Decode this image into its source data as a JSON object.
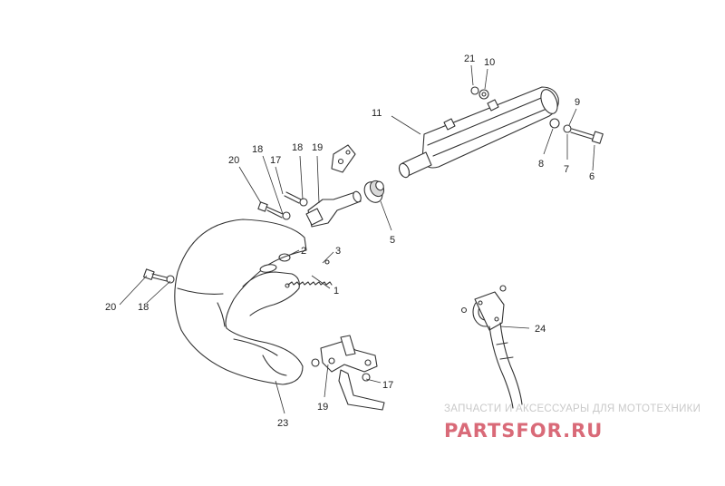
{
  "diagram": {
    "callouts": [
      {
        "id": "c21a",
        "text": "21"
      },
      {
        "id": "c10",
        "text": "10"
      },
      {
        "id": "c9",
        "text": "9"
      },
      {
        "id": "c11",
        "text": "11"
      },
      {
        "id": "c8",
        "text": "8"
      },
      {
        "id": "c7",
        "text": "7"
      },
      {
        "id": "c6",
        "text": "6"
      },
      {
        "id": "c5",
        "text": "5"
      },
      {
        "id": "c20a",
        "text": "20"
      },
      {
        "id": "c18a",
        "text": "18"
      },
      {
        "id": "c17a",
        "text": "17"
      },
      {
        "id": "c18b",
        "text": "18"
      },
      {
        "id": "c19a",
        "text": "19"
      },
      {
        "id": "c2",
        "text": "2"
      },
      {
        "id": "c3",
        "text": "3"
      },
      {
        "id": "c1",
        "text": "1"
      },
      {
        "id": "c20b",
        "text": "20"
      },
      {
        "id": "c18c",
        "text": "18"
      },
      {
        "id": "c24",
        "text": "24"
      },
      {
        "id": "c17b",
        "text": "17"
      },
      {
        "id": "c19b",
        "text": "19"
      },
      {
        "id": "c23",
        "text": "23"
      }
    ]
  },
  "watermark": {
    "tagline": "ЗАПЧАСТИ И АКСЕССУАРЫ ДЛЯ МОТОТЕХНИКИ",
    "logo": "PARTSFOR.RU"
  }
}
